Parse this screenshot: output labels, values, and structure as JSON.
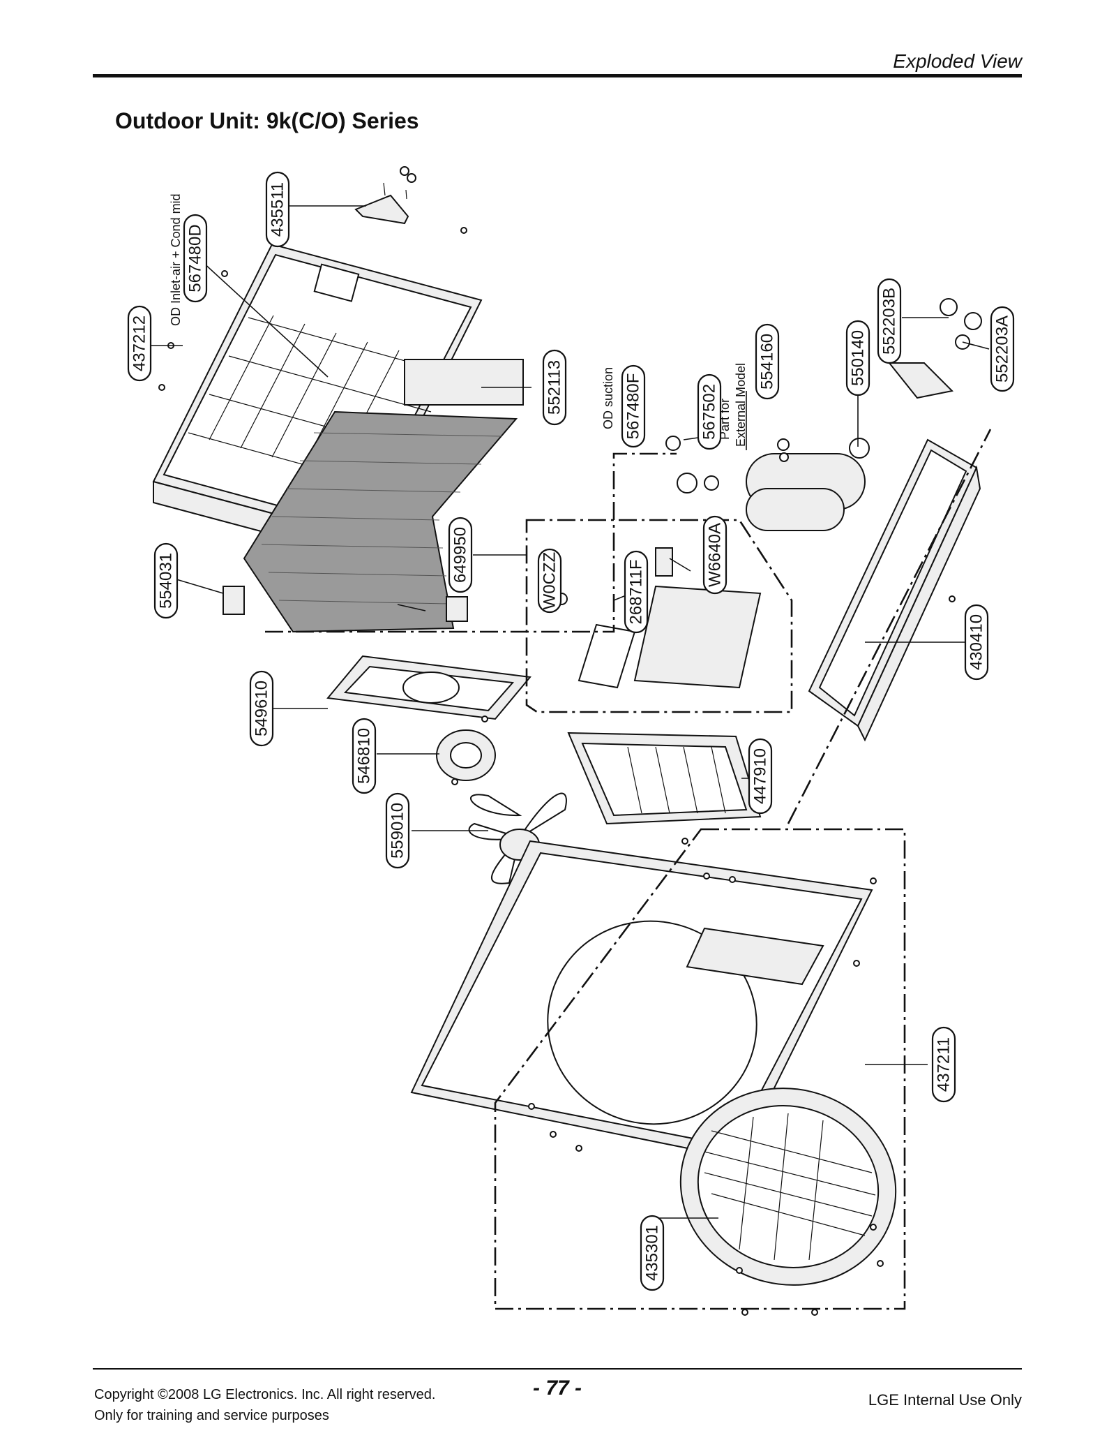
{
  "header": {
    "section": "Exploded View"
  },
  "title": "Outdoor Unit: 9k(C/O) Series",
  "diagram": {
    "notes": {
      "od_inlet_air": "OD Inlet-air + Cond mid",
      "od_suction": "OD suction",
      "part_for": "Part for",
      "external_model": "External Model"
    },
    "labels": {
      "435511": "435511",
      "567480D": "567480D",
      "437212": "437212",
      "552113": "552113",
      "567480F": "567480F",
      "567502": "567502",
      "554160": "554160",
      "550140": "550140",
      "552203B": "552203B",
      "552203A": "552203A",
      "649950": "649950",
      "W0CZZ": "W0CZZ",
      "268711F": "268711F",
      "W6640A": "W6640A",
      "554031": "554031",
      "430410": "430410",
      "549610": "549610",
      "546810": "546810",
      "447910": "447910",
      "559010": "559010",
      "437211": "437211",
      "435301": "435301"
    }
  },
  "footer": {
    "copyright": "Copyright ©2008 LG Electronics. Inc. All right reserved.",
    "training": "Only for training and service purposes",
    "page_number": "- 77 -",
    "internal": "LGE Internal Use Only"
  }
}
